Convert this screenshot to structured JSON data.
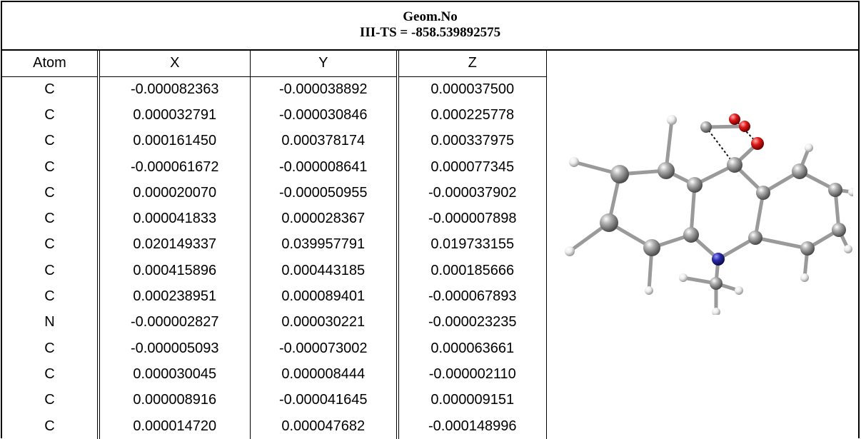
{
  "header": {
    "title": "Geom.No",
    "subtitle": "III-TS = -858.539892575"
  },
  "table": {
    "columns": [
      "Atom",
      "X",
      "Y",
      "Z"
    ],
    "rows": [
      [
        "C",
        "-0.000082363",
        "-0.000038892",
        "0.000037500"
      ],
      [
        "C",
        "0.000032791",
        "-0.000030846",
        "0.000225778"
      ],
      [
        "C",
        "0.000161450",
        "0.000378174",
        "0.000337975"
      ],
      [
        "C",
        "-0.000061672",
        "-0.000008641",
        "0.000077345"
      ],
      [
        "C",
        "0.000020070",
        "-0.000050955",
        "-0.000037902"
      ],
      [
        "C",
        "0.000041833",
        "0.000028367",
        "-0.000007898"
      ],
      [
        "C",
        "0.020149337",
        "0.039957791",
        "0.019733155"
      ],
      [
        "C",
        "0.000415896",
        "0.000443185",
        "0.000185666"
      ],
      [
        "C",
        "0.000238951",
        "0.000089401",
        "-0.000067893"
      ],
      [
        "N",
        "-0.000002827",
        "0.000030221",
        "-0.000023235"
      ],
      [
        "C",
        "-0.000005093",
        "-0.000073002",
        "0.000063661"
      ],
      [
        "C",
        "0.000030045",
        "0.000008444",
        "-0.000002110"
      ],
      [
        "C",
        "0.000008916",
        "-0.000041645",
        "0.000009151"
      ],
      [
        "C",
        "0.000014720",
        "0.000047682",
        "-0.000148996"
      ]
    ]
  },
  "molecule": {
    "atom_colors": {
      "C": "#8c8c8c",
      "H": "#e6e6e6",
      "N": "#2a2aa8",
      "O": "#e01818"
    }
  }
}
